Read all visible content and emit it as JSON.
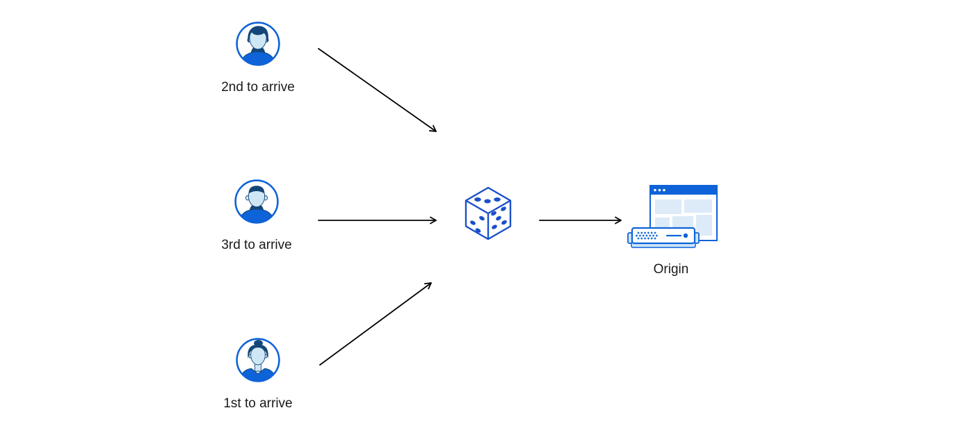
{
  "diagram": {
    "background": "#ffffff",
    "nodes": [
      {
        "id": "client-2nd",
        "label": "2nd to arrive",
        "icon": "avatar-man-quiff-icon"
      },
      {
        "id": "client-3rd",
        "label": "3rd to arrive",
        "icon": "avatar-man-short-hair-icon"
      },
      {
        "id": "client-1st",
        "label": "1st to arrive",
        "icon": "avatar-woman-bun-icon"
      },
      {
        "id": "dice",
        "label": "",
        "icon": "dice-icon"
      },
      {
        "id": "origin",
        "label": "Origin",
        "icon": "origin-browser-server-icon"
      }
    ],
    "edges": [
      {
        "from": "client-2nd",
        "to": "dice"
      },
      {
        "from": "client-3rd",
        "to": "dice"
      },
      {
        "from": "client-1st",
        "to": "dice"
      },
      {
        "from": "dice",
        "to": "origin"
      }
    ],
    "colors": {
      "primary_blue": "#0e63d8",
      "dice_blue": "#1b4fc8",
      "hair_navy": "#144679",
      "skin_light_blue": "#cfe7f5",
      "panel_light_blue": "#ddeaf8",
      "server_light_blue": "#cfe4f8",
      "arrow_black": "#000000"
    }
  }
}
